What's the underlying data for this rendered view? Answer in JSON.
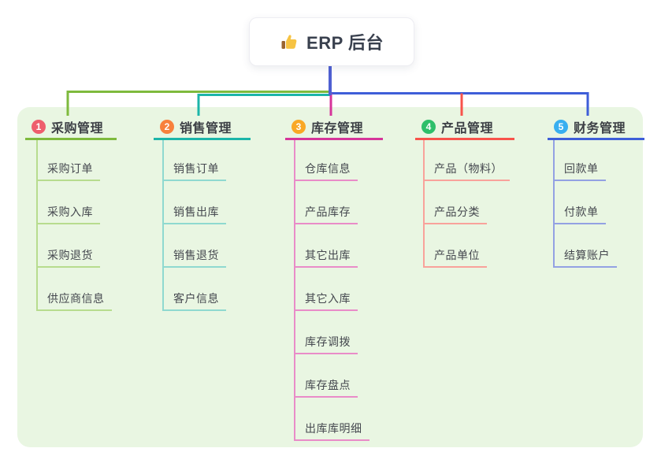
{
  "root": {
    "icon": "thumbs-up",
    "label": "ERP 后台"
  },
  "panel_bg": "#e9f6e2",
  "connector_color": "#4f60d2",
  "branches": [
    {
      "num": "1",
      "title": "采购管理",
      "badge_color": "#ee5e6d",
      "line_color": "#7eba3d",
      "light_color": "#b7dc8e",
      "children": [
        "采购订单",
        "采购入库",
        "采购退货",
        "供应商信息"
      ]
    },
    {
      "num": "2",
      "title": "销售管理",
      "badge_color": "#f8813c",
      "line_color": "#1cb5a9",
      "light_color": "#8fd9d0",
      "children": [
        "销售订单",
        "销售出库",
        "销售退货",
        "客户信息"
      ]
    },
    {
      "num": "3",
      "title": "库存管理",
      "badge_color": "#f9a825",
      "line_color": "#d6359a",
      "light_color": "#e98cc8",
      "children": [
        "仓库信息",
        "产品库存",
        "其它出库",
        "其它入库",
        "库存调拨",
        "库存盘点",
        "出库库明细"
      ]
    },
    {
      "num": "4",
      "title": "产品管理",
      "badge_color": "#2ebf6a",
      "line_color": "#f8534b",
      "light_color": "#f9a29b",
      "children": [
        "产品（物料）",
        "产品分类",
        "产品单位"
      ]
    },
    {
      "num": "5",
      "title": "财务管理",
      "badge_color": "#38aff0",
      "line_color": "#3e5ed8",
      "light_color": "#93a1e3",
      "children": [
        "回款单",
        "付款单",
        "结算账户"
      ]
    }
  ]
}
